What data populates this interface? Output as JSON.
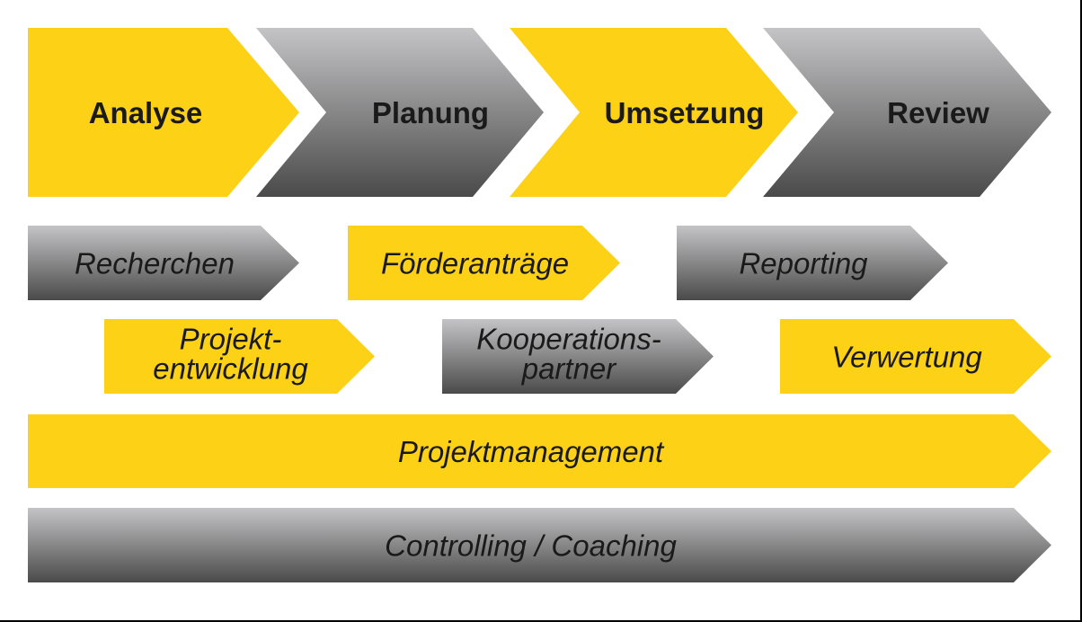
{
  "colors": {
    "yellow": "#fcd116",
    "gray_top": "#c4c4c6",
    "gray_bottom": "#4a4a4a",
    "text": "#1a1a1a"
  },
  "phases": [
    {
      "label": "Analyse",
      "color": "yellow"
    },
    {
      "label": "Planung",
      "color": "gray"
    },
    {
      "label": "Umsetzung",
      "color": "yellow"
    },
    {
      "label": "Review",
      "color": "gray"
    }
  ],
  "tasks": [
    {
      "lines": [
        "Recherchen"
      ],
      "color": "gray"
    },
    {
      "lines": [
        "Förderanträge"
      ],
      "color": "yellow"
    },
    {
      "lines": [
        "Reporting"
      ],
      "color": "gray"
    },
    {
      "lines": [
        "Projekt-",
        "entwicklung"
      ],
      "color": "yellow"
    },
    {
      "lines": [
        "Kooperations-",
        "partner"
      ],
      "color": "gray"
    },
    {
      "lines": [
        "Verwertung"
      ],
      "color": "yellow"
    },
    {
      "lines": [
        "Projektmanagement"
      ],
      "color": "yellow"
    },
    {
      "lines": [
        "Controlling / Coaching"
      ],
      "color": "gray"
    }
  ]
}
